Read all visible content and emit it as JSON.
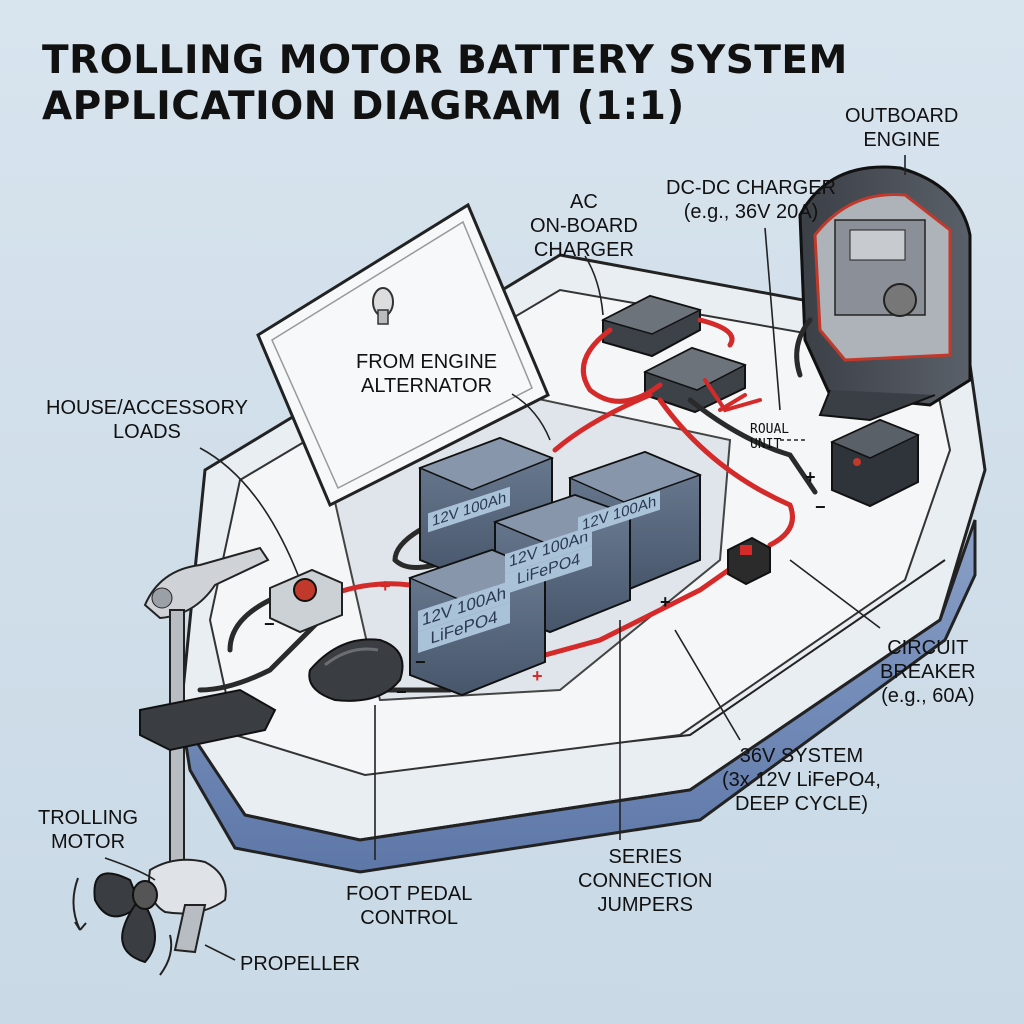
{
  "title": {
    "line1": "TROLLING MOTOR BATTERY SYSTEM",
    "line2": "APPLICATION DIAGRAM (1:1)"
  },
  "labels": {
    "outboard_engine": [
      "OUTBOARD",
      "ENGINE"
    ],
    "dc_dc_charger": [
      "DC-DC CHARGER",
      "(e.g., 36V 20A)"
    ],
    "ac_charger": [
      "AC",
      "ON-BOARD",
      "CHARGER"
    ],
    "from_engine": [
      "FROM ENGINE",
      "ALTERNATOR"
    ],
    "house_loads": [
      "HOUSE/ACCESSORY",
      "LOADS"
    ],
    "roual_unit": [
      "ROUAL",
      "UNIT"
    ],
    "circuit_breaker": [
      "CIRCUIT",
      "BREAKER",
      "(e.g., 60A)"
    ],
    "system_36v": [
      "36V SYSTEM",
      "(3x 12V LiFePO4,",
      "DEEP CYCLE)"
    ],
    "series_jumpers": [
      "SERIES",
      "CONNECTION",
      "JUMPERS"
    ],
    "foot_pedal": [
      "FOOT PEDAL",
      "CONTROL"
    ],
    "trolling_motor": [
      "TROLLING",
      "MOTOR"
    ],
    "propeller": "PROPELLER"
  },
  "battery_label": {
    "voltage": "12V",
    "capacity": "100Ah",
    "chem": "LiFePO4"
  },
  "polarity": {
    "plus": "+",
    "minus": "−"
  },
  "colors": {
    "positive_wire": "#d42a2a",
    "negative_wire": "#2a2a2a",
    "hull_blue": "#6f88b8",
    "deck_white": "#f4f6f8",
    "battery_blue": "#55657c"
  }
}
